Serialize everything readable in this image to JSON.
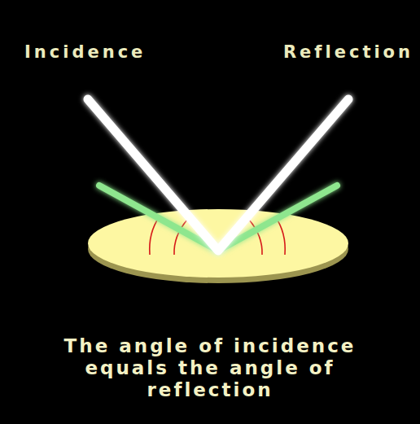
{
  "diagram": {
    "caption": "The angle of incidence equals the angle of reflection",
    "labels": [
      "Incidence",
      "Reflection"
    ]
  }
}
